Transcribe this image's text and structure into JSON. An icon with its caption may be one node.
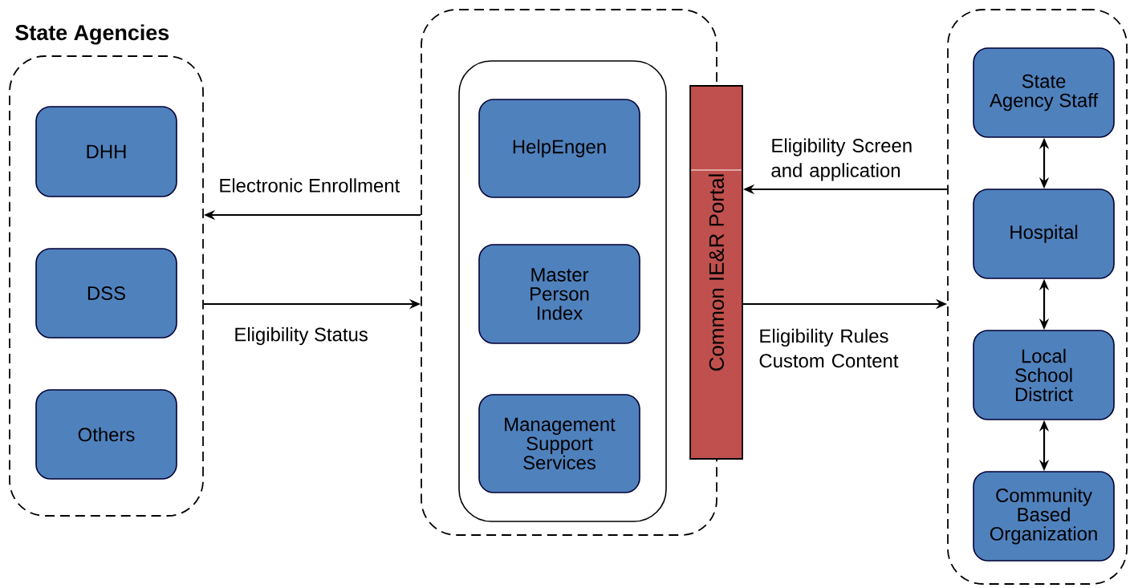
{
  "diagram": {
    "nodes": [
      {
        "text": [
          "State Agencies"
        ]
      },
      {
        "text": [
          "DHH"
        ],
        "in": 0
      },
      {
        "text": [
          "DSS"
        ],
        "in": 0
      },
      {
        "text": [
          "Others"
        ],
        "in": 0
      },
      {
        "text": [],
        "shape": "box"
      },
      {
        "text": [],
        "shape": "box",
        "in": 4
      },
      {
        "text": [
          "HelpEngen"
        ],
        "in": 5
      },
      {
        "text": [
          "Master Person Index"
        ],
        "in": 5
      },
      {
        "text": [
          "Management Support Services"
        ],
        "in": 5
      },
      {
        "text": [
          "Common IE&R Portal"
        ]
      },
      {
        "text": [],
        "shape": "box"
      },
      {
        "text": [
          "State Agency Staff"
        ],
        "in": 10
      },
      {
        "text": [
          "Hospital"
        ],
        "in": 10
      },
      {
        "text": [
          "Local School District"
        ],
        "in": 10
      },
      {
        "text": [
          "Community Based Organization"
        ],
        "in": 10
      }
    ],
    "edges": [
      {
        "from": 4,
        "to": 0,
        "arrow": "to",
        "label": "Electronic Enrollment"
      },
      {
        "from": 0,
        "to": 4,
        "arrow": "to",
        "label": "Eligibility Status"
      },
      {
        "from": 10,
        "to": 9,
        "arrow": "to",
        "label": "Eligibility Screen and application"
      },
      {
        "from": 9,
        "to": 10,
        "arrow": "to",
        "label": "Eligibility Rules Custom Content"
      },
      {
        "from": 11,
        "to": 12,
        "arrow": "both"
      },
      {
        "from": 12,
        "to": 13,
        "arrow": "both"
      },
      {
        "from": 13,
        "to": 14,
        "arrow": "both"
      }
    ]
  }
}
